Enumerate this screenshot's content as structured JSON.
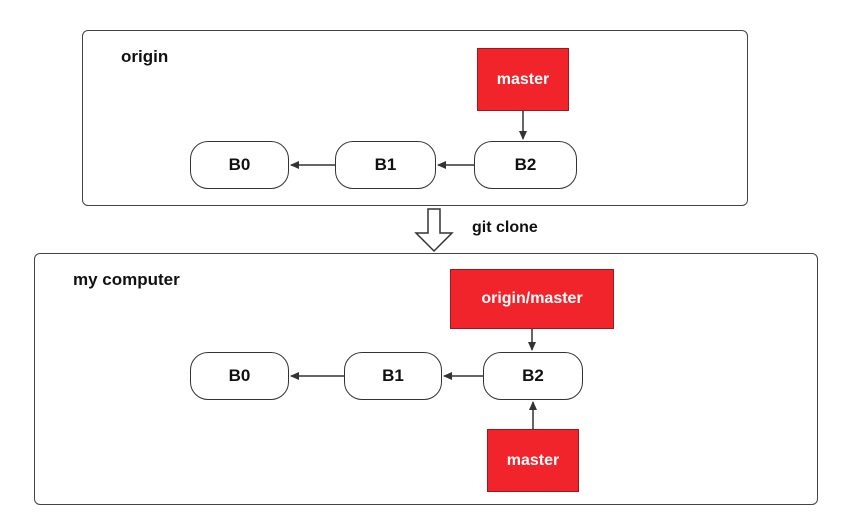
{
  "origin": {
    "title": "origin",
    "commits": [
      "B0",
      "B1",
      "B2"
    ],
    "branch": "master"
  },
  "transfer": {
    "label": "git clone"
  },
  "local": {
    "title": "my computer",
    "commits": [
      "B0",
      "B1",
      "B2"
    ],
    "remote_branch": "origin/master",
    "branch": "master"
  },
  "colors": {
    "branch_fill": "#f0242a",
    "stroke": "#333333"
  }
}
